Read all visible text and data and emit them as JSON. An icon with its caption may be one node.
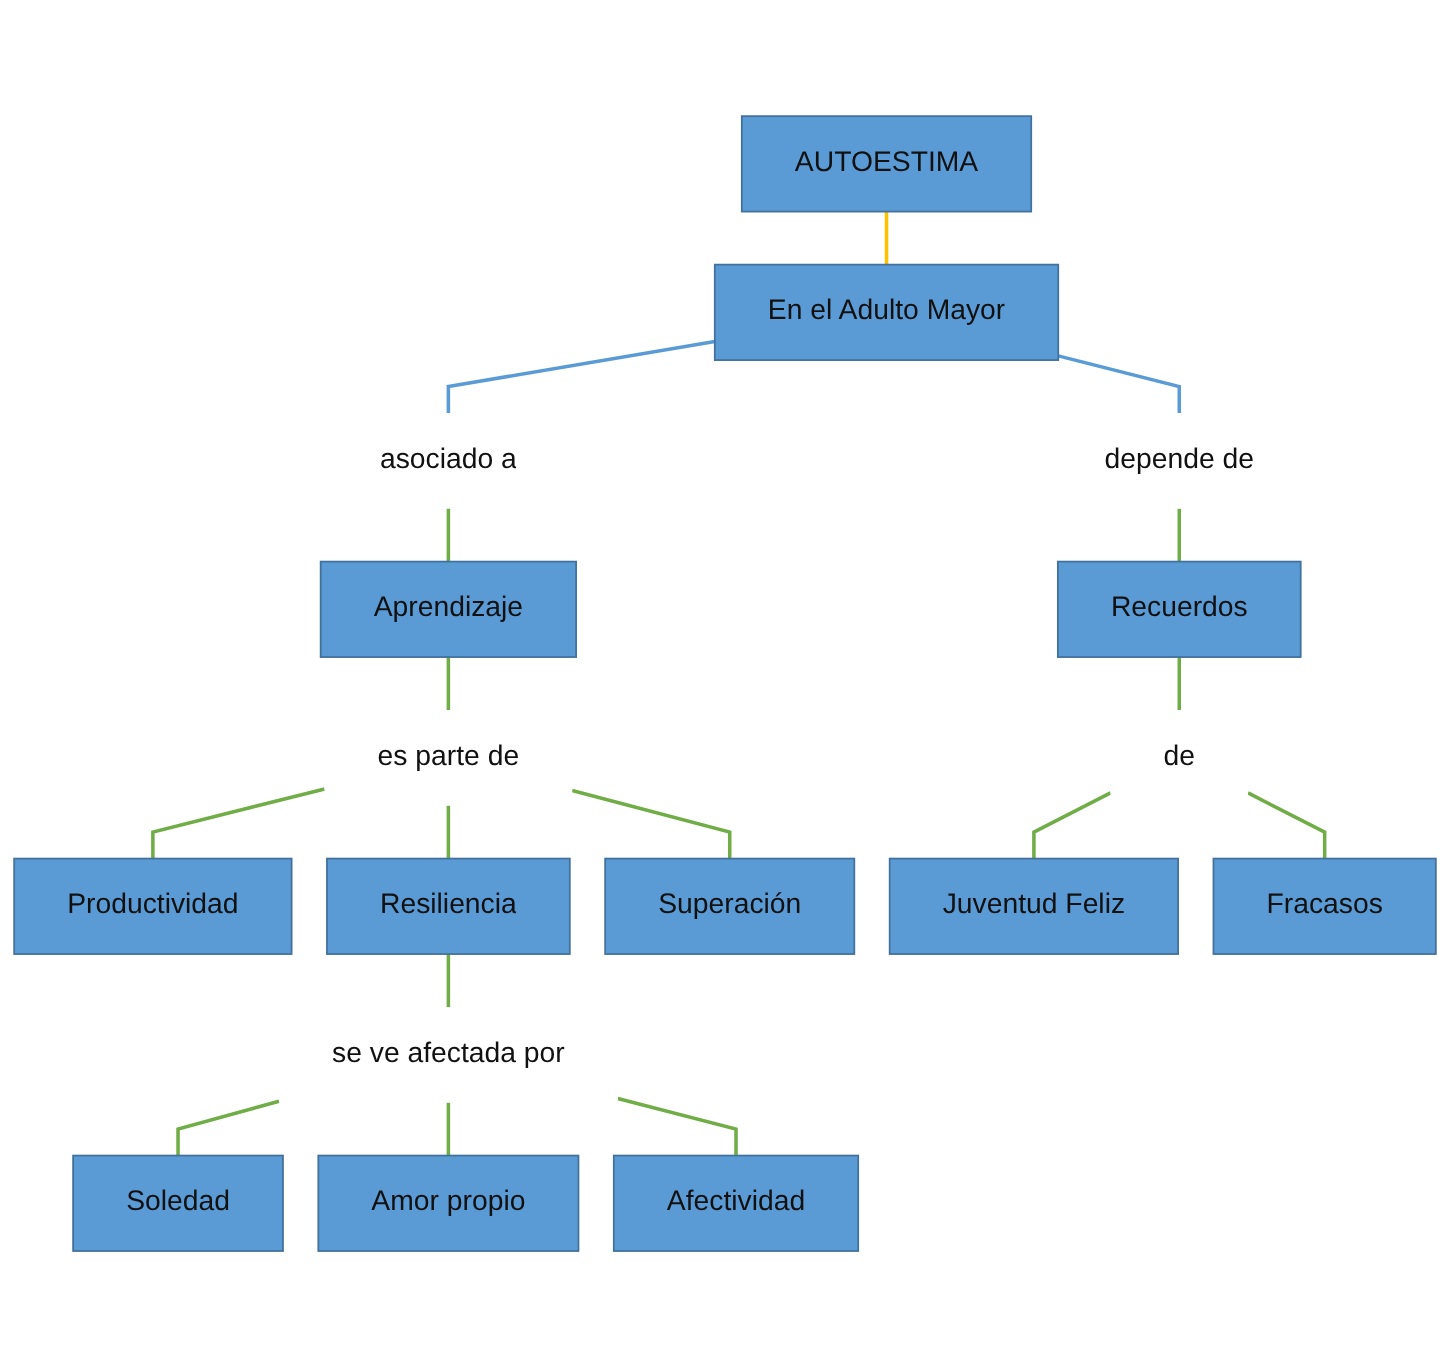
{
  "diagram": {
    "nodes": [
      {
        "text": [
          "AUTOESTIMA"
        ]
      },
      {
        "text": [
          "En el Adulto Mayor"
        ]
      },
      {
        "text": [
          "asociado a"
        ]
      },
      {
        "text": [
          "depende de"
        ]
      },
      {
        "text": [
          "Aprendizaje"
        ]
      },
      {
        "text": [
          "Recuerdos"
        ]
      },
      {
        "text": [
          "es parte de"
        ]
      },
      {
        "text": [
          "de"
        ]
      },
      {
        "text": [
          "Productividad"
        ]
      },
      {
        "text": [
          "Resiliencia"
        ]
      },
      {
        "text": [
          "Superación"
        ]
      },
      {
        "text": [
          "Juventud Feliz"
        ]
      },
      {
        "text": [
          "Fracasos"
        ]
      },
      {
        "text": [
          "se ve afectada por"
        ]
      },
      {
        "text": [
          "Soledad"
        ]
      },
      {
        "text": [
          "Amor propio"
        ]
      },
      {
        "text": [
          "Afectividad"
        ]
      }
    ],
    "edges": [
      {
        "from": 0,
        "to": 1,
        "arrow": "none",
        "color": "#ffc000"
      },
      {
        "from": 1,
        "to": 2,
        "arrow": "none",
        "color": "#5b9bd5"
      },
      {
        "from": 1,
        "to": 3,
        "arrow": "none",
        "color": "#5b9bd5"
      },
      {
        "from": 2,
        "to": 4,
        "arrow": "none"
      },
      {
        "from": 3,
        "to": 5,
        "arrow": "none"
      },
      {
        "from": 4,
        "to": 6,
        "arrow": "none"
      },
      {
        "from": 5,
        "to": 7,
        "arrow": "none"
      },
      {
        "from": 6,
        "to": 8,
        "arrow": "none"
      },
      {
        "from": 6,
        "to": 9,
        "arrow": "none"
      },
      {
        "from": 6,
        "to": 10,
        "arrow": "none"
      },
      {
        "from": 7,
        "to": 11,
        "arrow": "none"
      },
      {
        "from": 7,
        "to": 12,
        "arrow": "none"
      },
      {
        "from": 9,
        "to": 13,
        "arrow": "none"
      },
      {
        "from": 13,
        "to": 14,
        "arrow": "none"
      },
      {
        "from": 13,
        "to": 15,
        "arrow": "none"
      },
      {
        "from": 13,
        "to": 16,
        "arrow": "none"
      }
    ]
  }
}
